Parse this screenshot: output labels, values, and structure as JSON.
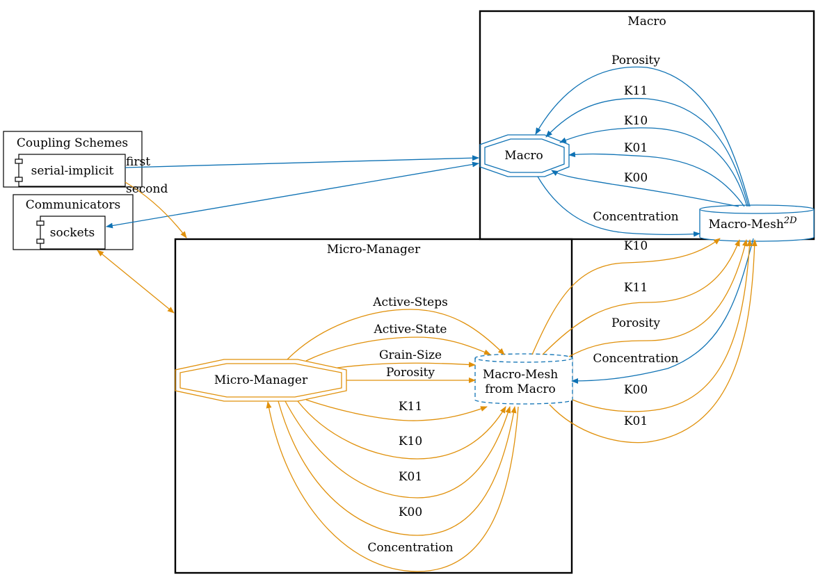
{
  "colors": {
    "macro_edge": "#0f72b4",
    "micro_edge": "#e0900a",
    "cluster_border": "#000000"
  },
  "clusters": {
    "coupling": {
      "title": "Coupling Schemes",
      "item": "serial-implicit"
    },
    "communicators": {
      "title": "Communicators",
      "item": "sockets"
    },
    "macro": {
      "title": "Macro"
    },
    "micro": {
      "title": "Micro-Manager"
    }
  },
  "nodes": {
    "macro": {
      "label": "Macro"
    },
    "macro_mesh": {
      "label": "Macro-Mesh",
      "superscript": "2D"
    },
    "micro_manager": {
      "label": "Micro-Manager"
    },
    "micro_mesh": {
      "line1": "Macro-Mesh",
      "line2": "from Macro"
    }
  },
  "edges": {
    "scheme_first": "first",
    "scheme_second": "second",
    "macro_to_mesh": [
      "Porosity",
      "K11",
      "K10",
      "K01",
      "K00"
    ],
    "macro_from_mesh": "Concentration",
    "micro_to_local": [
      "Active-Steps",
      "Active-State",
      "Grain-Size",
      "Porosity",
      "K11",
      "K10",
      "K01",
      "K00",
      "Concentration"
    ],
    "local_to_macro_mesh": [
      "K10",
      "K11",
      "Porosity",
      "Concentration",
      "K00",
      "K01"
    ]
  }
}
